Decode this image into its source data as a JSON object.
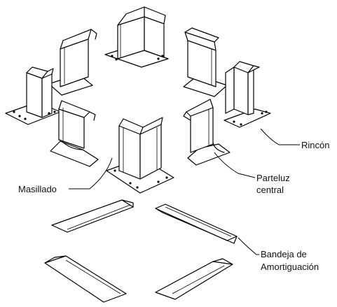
{
  "labels": {
    "rincon": "Rincón",
    "parteluz_line1": "Parteluz",
    "parteluz_line2": "central",
    "masillado": "Masillado",
    "bandeja_line1": "Bandeja de",
    "bandeja_line2": "Amortiguación"
  }
}
